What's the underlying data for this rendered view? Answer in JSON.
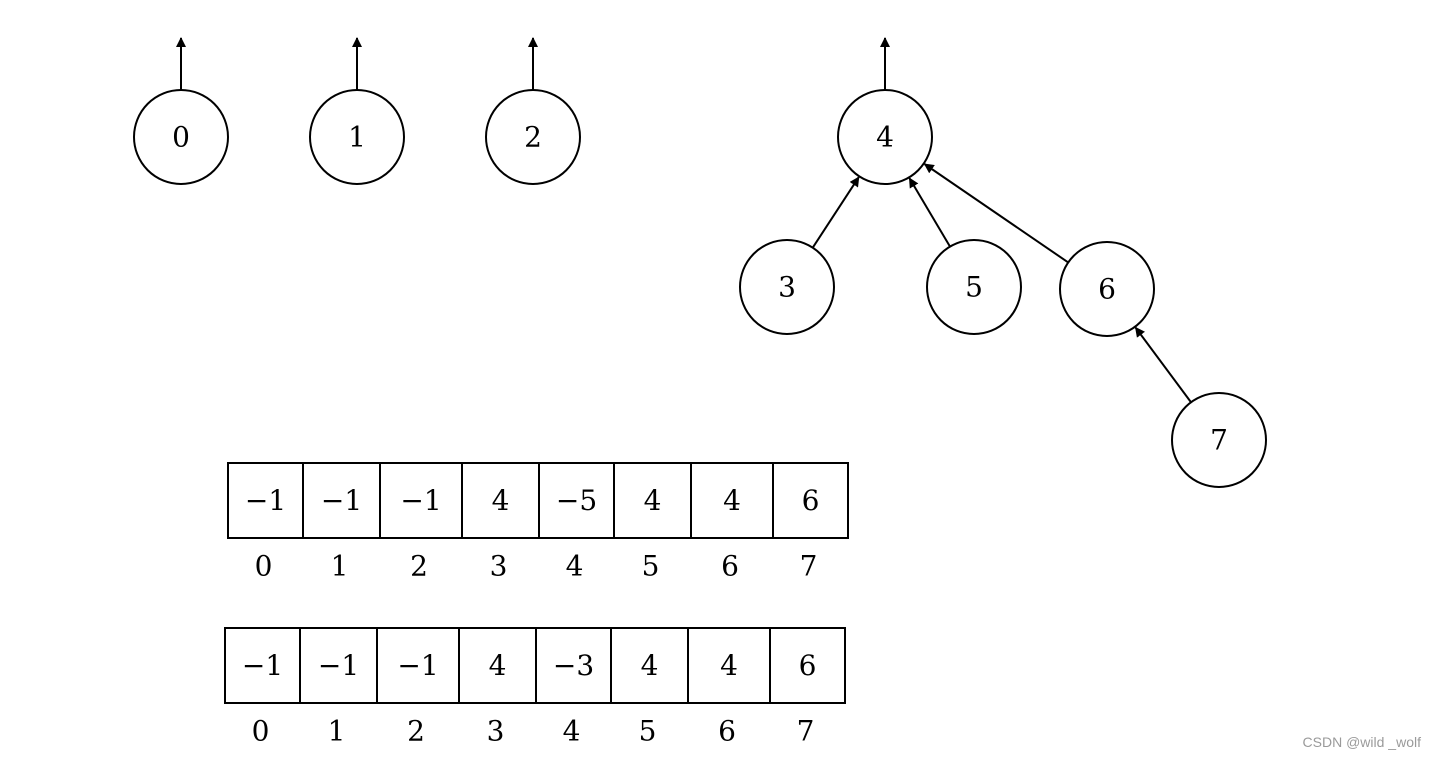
{
  "tree": {
    "nodes": [
      {
        "id": "0",
        "label": "0"
      },
      {
        "id": "1",
        "label": "1"
      },
      {
        "id": "2",
        "label": "2"
      },
      {
        "id": "4",
        "label": "4"
      },
      {
        "id": "3",
        "label": "3"
      },
      {
        "id": "5",
        "label": "5"
      },
      {
        "id": "6",
        "label": "6"
      },
      {
        "id": "7",
        "label": "7"
      }
    ],
    "edges": [
      {
        "from": "3",
        "to": "4"
      },
      {
        "from": "5",
        "to": "4"
      },
      {
        "from": "6",
        "to": "4"
      },
      {
        "from": "7",
        "to": "6"
      }
    ],
    "roots": [
      "0",
      "1",
      "2",
      "4"
    ]
  },
  "arrays": [
    {
      "values": [
        "−1",
        "−1",
        "−1",
        "4",
        "−5",
        "4",
        "4",
        "6"
      ],
      "indices": [
        "0",
        "1",
        "2",
        "3",
        "4",
        "5",
        "6",
        "7"
      ]
    },
    {
      "values": [
        "−1",
        "−1",
        "−1",
        "4",
        "−3",
        "4",
        "4",
        "6"
      ],
      "indices": [
        "0",
        "1",
        "2",
        "3",
        "4",
        "5",
        "6",
        "7"
      ]
    }
  ],
  "watermark": "CSDN @wild _wolf",
  "colors": {
    "stroke": "#000000",
    "fill": "#ffffff",
    "watermark": "#9a9a9a"
  }
}
